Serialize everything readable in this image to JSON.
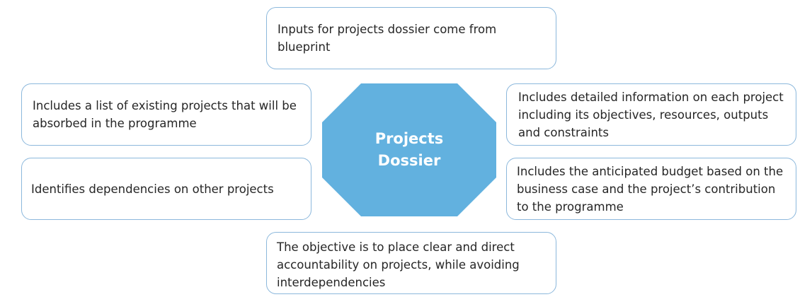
{
  "center": {
    "line1": "Projects",
    "line2": "Dossier",
    "fill": "#62b1df"
  },
  "border_color": "#8cb8dc",
  "boxes": {
    "top": "Inputs for projects dossier come from blueprint",
    "left_1": "Includes a list of existing projects that will be absorbed in the programme",
    "left_2": "Identifies dependencies on other projects",
    "right_1": "Includes detailed information on each project including its objectives, resources, outputs and constraints",
    "right_2": "Includes the anticipated budget based on the business case and the project’s contribution to the programme",
    "bottom": "The objective is to place clear and direct accountability on projects, while avoiding interdependencies"
  }
}
